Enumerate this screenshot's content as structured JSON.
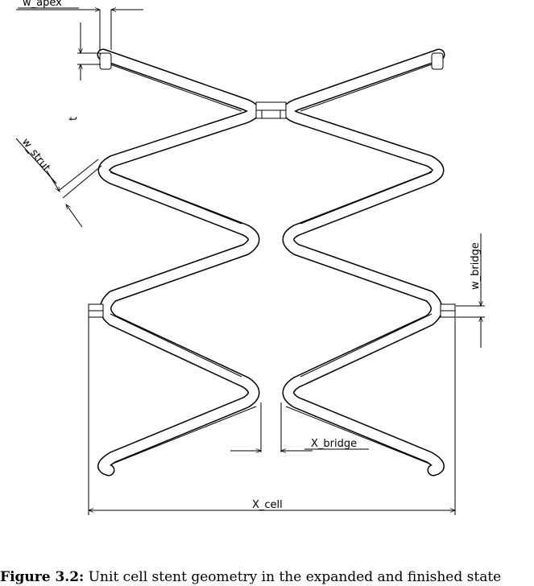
{
  "figure": {
    "dimension_labels": {
      "w_apex": "w_apex",
      "t": "t",
      "w_strut": "w_strut",
      "w_bridge": "w_bridge",
      "x_bridge": "X_bridge",
      "x_cell": "X_cell"
    }
  },
  "caption": {
    "label": "Figure 3.2:",
    "text": "Unit cell stent geometry in the expanded and finished state"
  },
  "colors": {
    "line": "#000000",
    "background": "#ffffff"
  }
}
